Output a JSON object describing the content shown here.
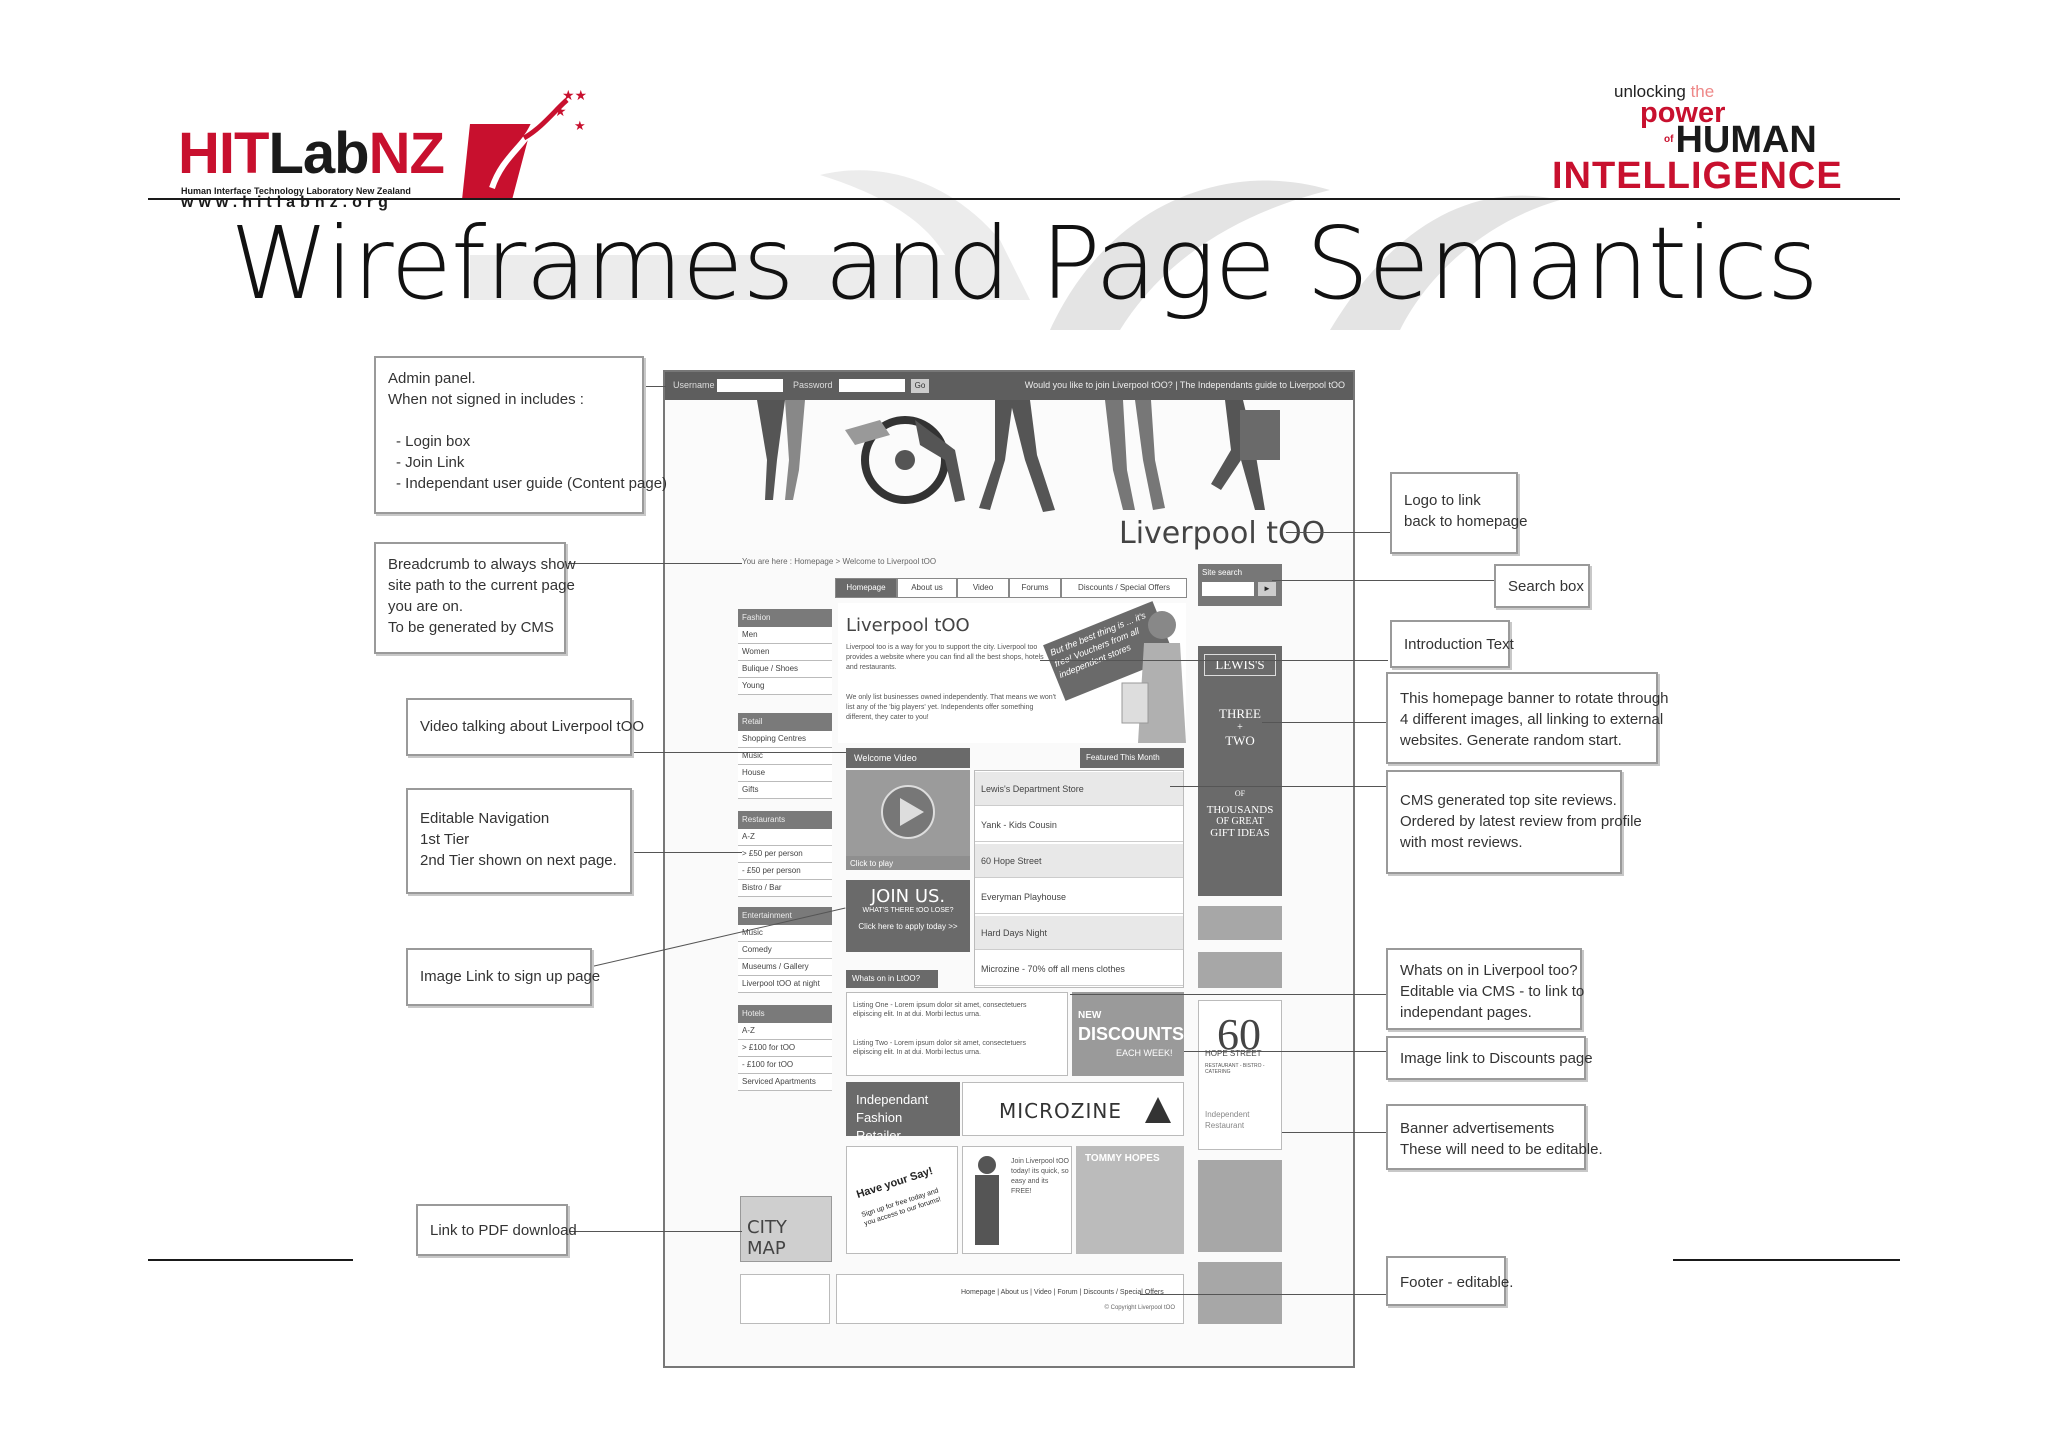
{
  "header": {
    "logo_left": {
      "text_a": "HIT",
      "text_b": "Lab",
      "text_c": "NZ",
      "tagline": "Human Interface Technology Laboratory New Zealand",
      "url": "www.hitlabnz.org"
    },
    "logo_right": {
      "line1_a": "unlocking ",
      "line1_b": "the",
      "line2": "power",
      "line3_of": "of",
      "line3": "HUMAN",
      "line4": "INTELLIGENCE"
    }
  },
  "slide": {
    "title": "Wireframes and Page Semantics"
  },
  "annotations": {
    "left": [
      {
        "lines": [
          "Admin panel.",
          "When not signed in includes :",
          "",
          "- Login box",
          "- Join Link",
          "- Independant user guide (Content page)"
        ]
      },
      {
        "lines": [
          "Breadcrumb to always show",
          "site path to the current page",
          "you are on.",
          "To be generated by CMS"
        ]
      },
      {
        "lines": [
          "Video talking about Liverpool tOO"
        ]
      },
      {
        "lines": [
          "Editable Navigation",
          "1st Tier",
          "2nd Tier shown on next page."
        ]
      },
      {
        "lines": [
          "Image Link to sign up page"
        ]
      },
      {
        "lines": [
          "Link to PDF download"
        ]
      }
    ],
    "right": [
      {
        "lines": [
          "Logo to link",
          "back to homepage"
        ]
      },
      {
        "lines": [
          "Search box"
        ]
      },
      {
        "lines": [
          "Introduction Text"
        ]
      },
      {
        "lines": [
          "This homepage banner to rotate through",
          "4 different images, all linking to external",
          "websites. Generate random start."
        ]
      },
      {
        "lines": [
          "CMS generated top site reviews.",
          "Ordered by latest review from profile",
          "with most reviews."
        ]
      },
      {
        "lines": [
          "Whats on in Liverpool too?",
          "Editable via CMS - to link to",
          "independant pages."
        ]
      },
      {
        "lines": [
          "Image link to Discounts page"
        ]
      },
      {
        "lines": [
          "Banner advertisements",
          "These will need to be editable."
        ]
      },
      {
        "lines": [
          "Footer - editable."
        ]
      }
    ]
  },
  "wireframe": {
    "admin": {
      "username_label": "Username",
      "password_label": "Password",
      "go": "Go",
      "right_text": "Would you like to join Liverpool tOO?  |  The Independants guide to Liverpool tOO"
    },
    "brand": "Liverpool tOO",
    "breadcrumb": "You are here : Homepage > Welcome to Liverpool tOO",
    "tabs": [
      "Homepage",
      "About us",
      "Video",
      "Forums",
      "Discounts / Special Offers"
    ],
    "intro": {
      "heading": "Liverpool tOO",
      "p1": "Liverpool too is a way for you to support the city. Liverpool too provides a website where you can find all the best shops, hotels and restaurants.",
      "p2": "We only list businesses owned independently. That means we won't list any of the 'big players' yet. Independents offer something different, they cater to you!",
      "promo": "But the best thing is ... it's free! Vouchers from all independent stores"
    },
    "nav": [
      {
        "heading": "Fashion",
        "items": [
          "Men",
          "Women",
          "Bulique / Shoes",
          "Young"
        ]
      },
      {
        "heading": "Retail",
        "items": [
          "Shopping Centres",
          "Music",
          "House",
          "Gifts"
        ]
      },
      {
        "heading": "Restaurants",
        "items": [
          "A-Z",
          "> £50 per person",
          "- £50 per person",
          "Bistro / Bar"
        ]
      },
      {
        "heading": "Entertainment",
        "items": [
          "Music",
          "Comedy",
          "Museums / Gallery",
          "Liverpool tOO at night"
        ]
      },
      {
        "heading": "Hotels",
        "items": [
          "A-Z",
          "> £100 for tOO",
          "- £100 for tOO",
          "Serviced Apartments"
        ]
      }
    ],
    "video": {
      "header": "Welcome Video",
      "caption": "Click to play"
    },
    "join": {
      "title": "JOIN US.",
      "sub": "WHAT'S THERE tOO LOSE?",
      "cta": "Click here to apply today >>"
    },
    "reviews": {
      "header": "Featured This Month",
      "items": [
        "Lewis's Department Store",
        "Yank - Kids Cousin",
        "60 Hope Street",
        "Everyman Playhouse",
        "Hard Days Night",
        "Microzine - 70% off all mens clothes"
      ]
    },
    "whats_on": {
      "header": "Whats on in LtOO?",
      "item1": "Listing One - Lorem ipsum dolor sit amet, consectetuers elipiscing elit. In at dui. Morbi lectus urna.",
      "item2": "Listing Two - Lorem ipsum dolor sit amet, consectetuers elipiscing elit. In at dui. Morbi lectus urna."
    },
    "discounts": {
      "line1": "NEW",
      "line2": "DISCOUNTS",
      "line3": "EACH WEEK!"
    },
    "ad_banner": {
      "left": "Independant\nFashion Retailer",
      "right": "MICROZINE"
    },
    "promos": {
      "say_title": "Have your Say!",
      "say_sub": "Sign up for free today and you access to our forums!",
      "join_text": "Join Liverpool tOO today! its quick, so easy and its FREE!",
      "tommy": "TOMMY HOPES",
      "city_map": "CITY MAP"
    },
    "side": {
      "search_label": "Site search",
      "lewis": "LEWIS'S",
      "three": "THREE",
      "plus": "+",
      "two": "TWO",
      "of": "OF",
      "thousands": "THOUSANDS",
      "of_great": "OF GREAT",
      "gift_ideas": "GIFT IDEAS",
      "sixty": "60",
      "hope": "HOPE STREET",
      "restaurant": "RESTAURANT - BISTRO - CATERING",
      "independent": "Independent Restaurant"
    },
    "footer": {
      "links": "Homepage  |  About us  |  Video  |  Forum  |  Discounts / Special Offers",
      "copy": "© Copyright Liverpool tOO"
    }
  }
}
